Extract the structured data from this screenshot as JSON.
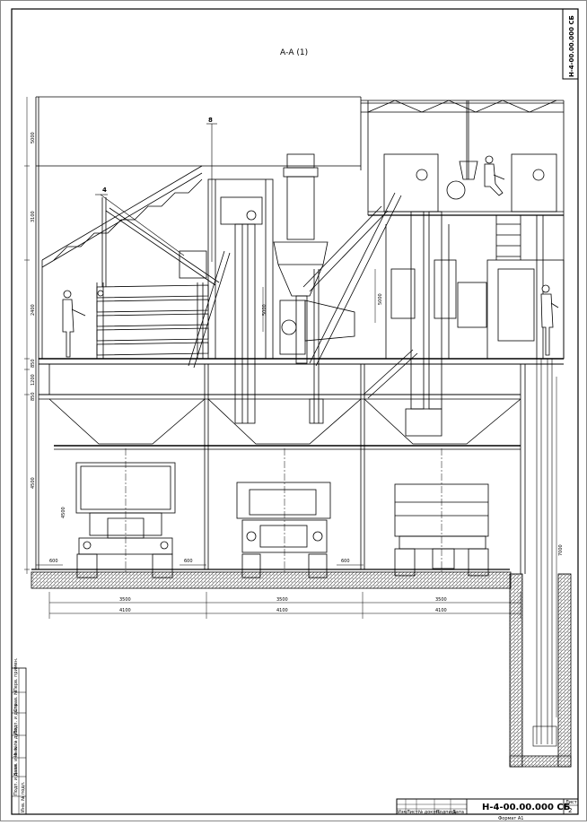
{
  "drawing": {
    "section_title": "А-А (1)",
    "code_rotated": "Н-4-00.00.000 СБ",
    "code_stamp": "Н-4-00.00.000 СБ",
    "sheet_label": "Лист",
    "sheet_number": "2",
    "format_label": "Формат А1",
    "callouts": [
      "8",
      "4"
    ],
    "dims_vertical": [
      "5000",
      "3100",
      "2400",
      "850",
      "1200",
      "850",
      "4500",
      "5000",
      "5000",
      "4500",
      "7000"
    ],
    "dims_bottom_inner": [
      "3500",
      "3500",
      "3500"
    ],
    "dims_bottom_outer": [
      "4100",
      "4100",
      "4100"
    ],
    "dims_small": [
      "600",
      "600",
      "600"
    ],
    "stamp_headers": [
      "Изм",
      "Лист",
      "№ докум.",
      "Подпись",
      "Дата"
    ],
    "side_strip": [
      "Перв. примен.",
      "Справ. №",
      "Подп. и дата",
      "Инв. № дубл.",
      "Взам. инв. №",
      "Подп. и дата",
      "Инв. № подл."
    ]
  }
}
